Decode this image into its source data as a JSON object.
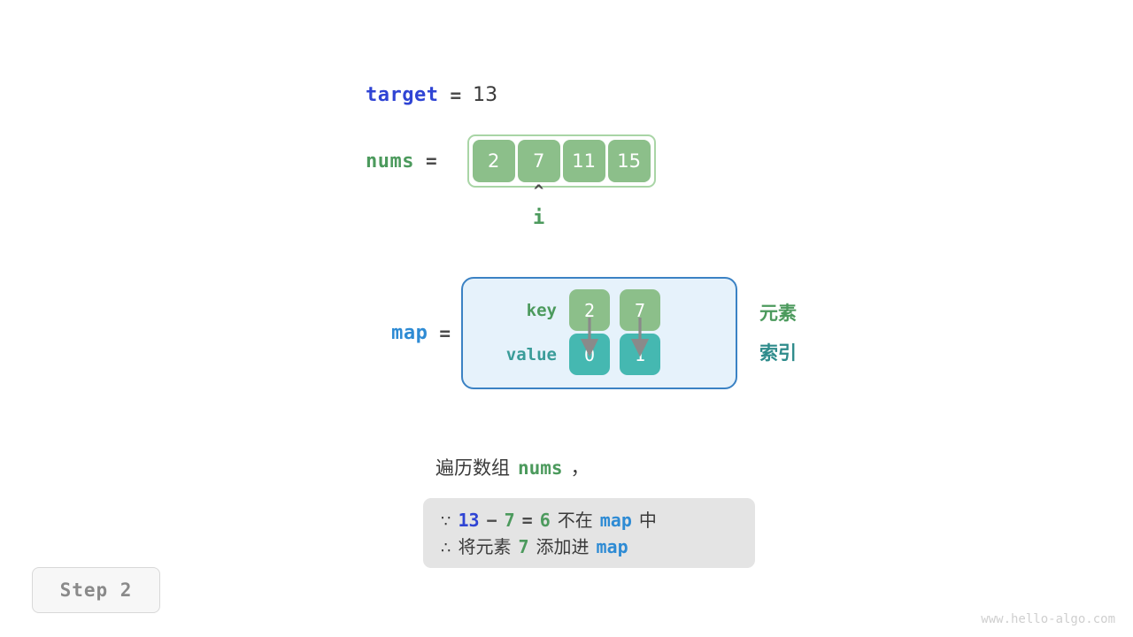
{
  "target": {
    "name": "target",
    "operator": "=",
    "value": "13"
  },
  "nums": {
    "name": "nums",
    "operator": "=",
    "cells": [
      "2",
      "7",
      "11",
      "15"
    ],
    "pointer": {
      "caret": "^",
      "label": "i",
      "index": 1
    }
  },
  "map": {
    "name": "map",
    "operator": "=",
    "row_labels": {
      "key": "key",
      "value": "value"
    },
    "keys": [
      "2",
      "7"
    ],
    "values": [
      "0",
      "1"
    ],
    "legend": {
      "elements": "元素",
      "indices": "索引"
    }
  },
  "caption": {
    "prefix": "遍历数组",
    "code": "nums",
    "suffix": "，"
  },
  "note": {
    "line1": {
      "symbol": "∵",
      "target_value": "13",
      "minus": "−",
      "current_value": "7",
      "equals": "=",
      "result": "6",
      "text_middle": "不在",
      "map_name": "map",
      "text_end": "中"
    },
    "line2": {
      "symbol": "∴",
      "text_start": "将元素",
      "element": "7",
      "text_middle": "添加进",
      "map_name": "map"
    }
  },
  "step_badge": {
    "label": "Step 2"
  },
  "watermark": {
    "text": "www.hello-algo.com"
  },
  "colors": {
    "green": "#4c9a5d",
    "green_fill": "#8cbf8a",
    "green_outline": "#a9d5a6",
    "teal": "#45b8b1",
    "teal_text": "#2e8b8b",
    "blue": "#2e8bd4",
    "royal_blue": "#2f44d4",
    "map_bg": "#e6f2fb",
    "map_border": "#3b82c4",
    "note_bg": "#e4e4e4",
    "arrow_gray": "#8a8a8a"
  }
}
